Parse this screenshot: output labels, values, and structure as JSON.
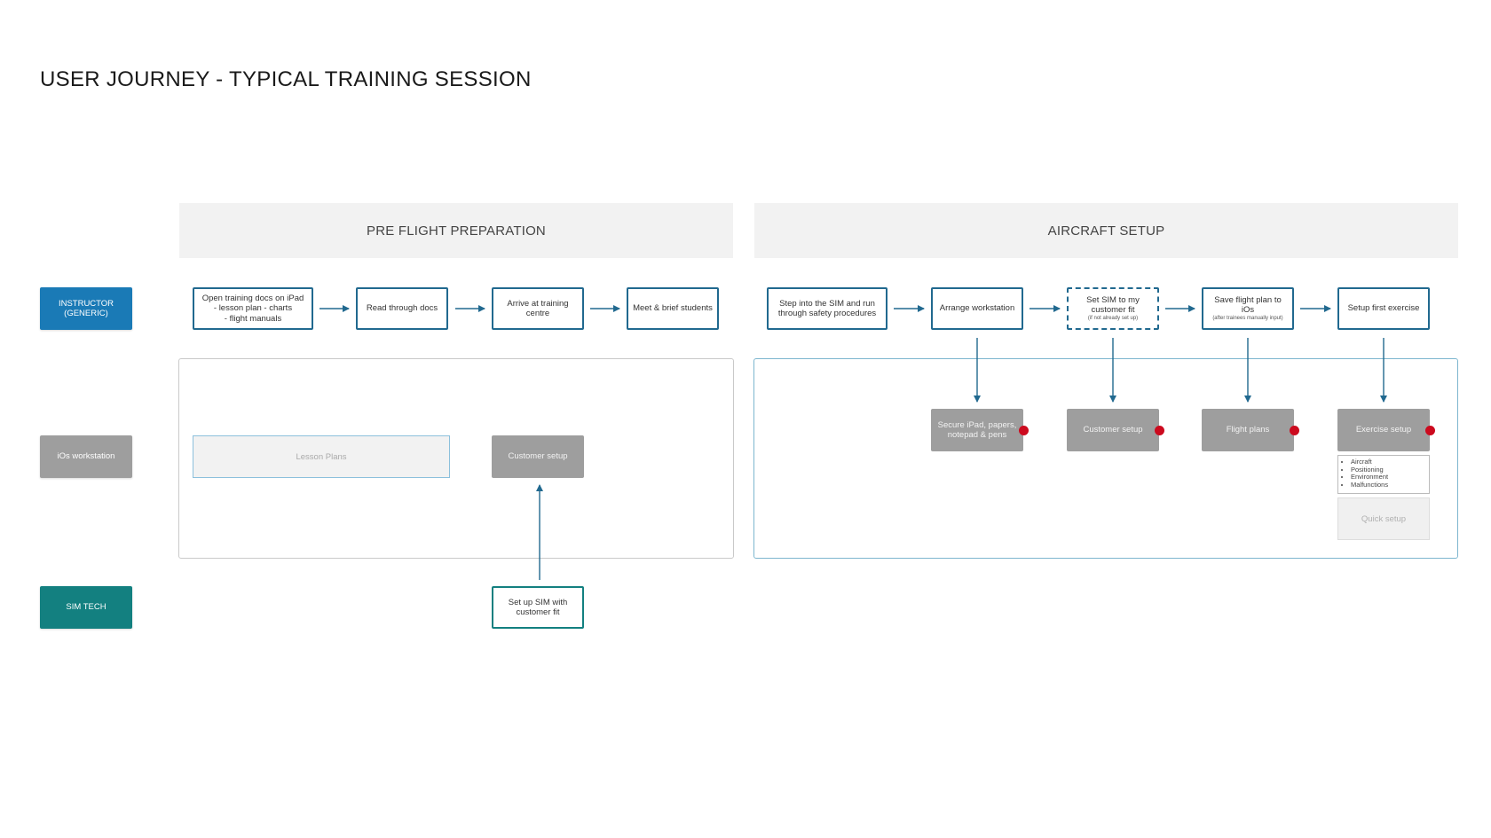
{
  "title": "USER JOURNEY - TYPICAL TRAINING SESSION",
  "phases": {
    "pre_flight": "PRE FLIGHT PREPARATION",
    "aircraft_setup": "AIRCRAFT SETUP"
  },
  "lanes": {
    "instructor": "INSTRUCTOR\n(GENERIC)",
    "ios": "iOs  workstation",
    "sim_tech": "SIM TECH"
  },
  "instructor_steps": {
    "open_docs": "Open training docs on iPad\n- lesson plan  - charts\n- flight manuals",
    "read_docs": "Read through docs",
    "arrive": "Arrive at training\ncentre",
    "brief": "Meet & brief students",
    "step_into_sim": "Step into the SIM and run\nthrough safety procedures",
    "arrange": "Arrange workstation",
    "set_sim": "Set SIM to my\ncustomer fit",
    "set_sim_note": "(if not already set up)",
    "save_plan": "Save flight plan to iOs",
    "save_plan_note": "(after trainees manually input)",
    "first_exercise": "Setup first exercise"
  },
  "ios_items": {
    "lesson_plans": "Lesson Plans",
    "customer_setup_pre": "Customer setup",
    "secure_ipad": "Secure iPad, papers,\nnotepad & pens",
    "customer_setup": "Customer setup",
    "flight_plans": "Flight plans",
    "exercise_setup": "Exercise setup",
    "exercise_details": [
      "Aircraft",
      "Positioning",
      "Environment",
      "Malfunctions"
    ],
    "quick_setup": "Quick setup"
  },
  "sim_tech_steps": {
    "setup_sim": "Set up SIM with\ncustomer fit"
  },
  "colors": {
    "instructor_lane": "#1a7ab6",
    "ios_lane": "#9e9e9e",
    "sim_tech_lane": "#138080",
    "step_border": "#21698f",
    "pain_point": "#cc0a1e"
  }
}
